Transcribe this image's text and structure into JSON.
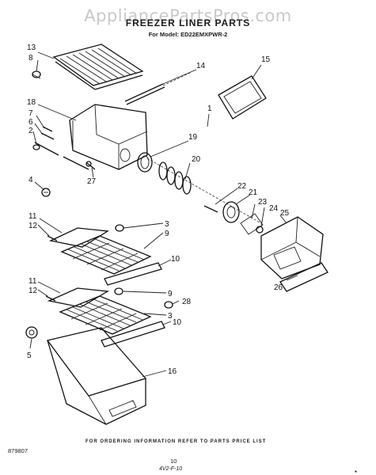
{
  "watermark": "AppliancePartsPros.com",
  "title": "FREEZER LINER PARTS",
  "model": "For Model: ED22EMXPWR-2",
  "footer": "FOR ORDERING INFORMATION REFER TO PARTS PRICE LIST",
  "doc_code": "879807",
  "page_number": "10",
  "handwritten": "4V2-F-10",
  "callouts": {
    "c13": "13",
    "c8": "8",
    "c14": "14",
    "c15": "15",
    "c18": "18",
    "c7": "7",
    "c6": "6",
    "c2": "2",
    "c1": "1",
    "c19": "19",
    "c20": "20",
    "c27": "27",
    "c4": "4",
    "c22": "22",
    "c21": "21",
    "c23": "23",
    "c24": "24",
    "c25": "25",
    "c26": "26",
    "c11a": "11",
    "c12a": "12",
    "c3a": "3",
    "c9a": "9",
    "c10a": "10",
    "c11b": "11",
    "c12b": "12",
    "c9b": "9",
    "c28": "28",
    "c3b": "3",
    "c10b": "10",
    "c5": "5",
    "c16": "16"
  }
}
